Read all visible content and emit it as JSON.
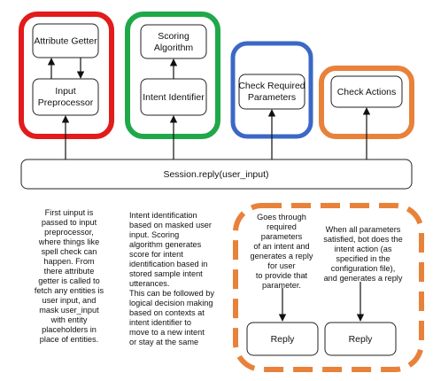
{
  "colors": {
    "red": "#e21b1b",
    "green": "#1fa84a",
    "blue": "#3b68c6",
    "orange": "#e8823a",
    "box_stroke": "#222222",
    "arrow": "#111111"
  },
  "groups": {
    "red": {
      "top_box": "Attribute Getter",
      "bottom_box": [
        "Input",
        "Preprocessor"
      ]
    },
    "green": {
      "top_box": [
        "Scoring",
        "Algorithm"
      ],
      "bottom_box": "Intent Identifier"
    },
    "blue": {
      "box": [
        "Check Required",
        "Parameters"
      ]
    },
    "orange": {
      "box": "Check Actions"
    }
  },
  "session_bar": "Session.reply(user_input)",
  "notes": {
    "input_note": "First uinput is\npassed to input\npreprocessor,\nwhere things like\nspell check can\nhappen. From\nthere attribute\ngetter is called to\nfetch any entities is\nuser input, and\nmask user_input\nwith entity\nplaceholders in\nplace of entities.",
    "intent_note": "Intent identification\nbased on masked user\ninput. Scoring\nalgorithm generates\nscore for intent\nidentification based in\nstored sample intent\nutterances.\nThis can be followed by\nlogical decision making\nbased on contexts at\nintent identifier to\nmove to a new intent\nor stay at the same",
    "params_note": "Goes through\nrequired\nparameters\nof an intent and\ngenerates a reply\nfor user\nto provide that\nparameter.",
    "actions_note": "When all parameters\nsatisfied, bot does the\nintent action (as\nspecified in the\nconfiguration file),\nand generates a reply"
  },
  "reply_boxes": [
    "Reply",
    "Reply"
  ]
}
